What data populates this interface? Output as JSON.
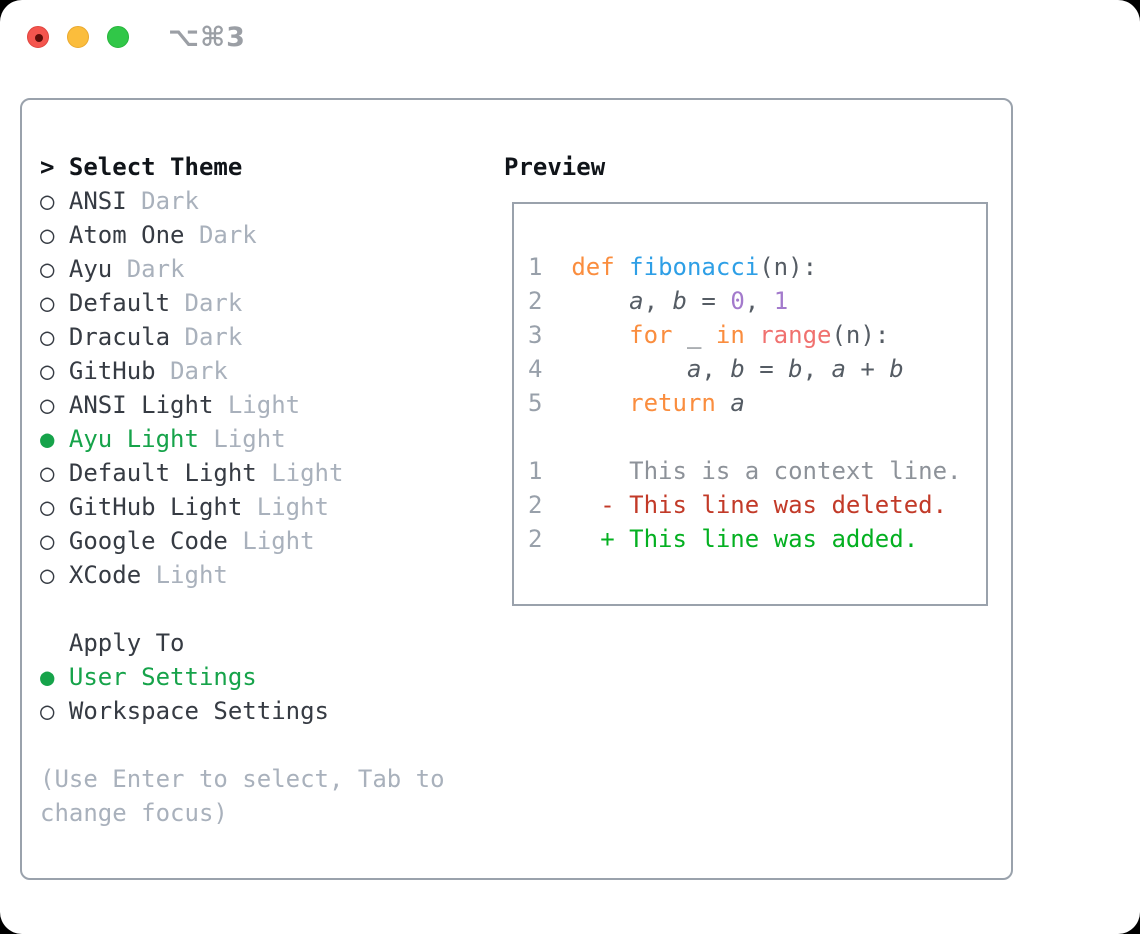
{
  "window": {
    "title": "⌥⌘3"
  },
  "theme_panel": {
    "prompt": ">",
    "header": "Select Theme",
    "items": [
      {
        "name": "ANSI",
        "variant": "Dark",
        "selected": false
      },
      {
        "name": "Atom One",
        "variant": "Dark",
        "selected": false
      },
      {
        "name": "Ayu",
        "variant": "Dark",
        "selected": false
      },
      {
        "name": "Default",
        "variant": "Dark",
        "selected": false
      },
      {
        "name": "Dracula",
        "variant": "Dark",
        "selected": false
      },
      {
        "name": "GitHub",
        "variant": "Dark",
        "selected": false
      },
      {
        "name": "ANSI Light",
        "variant": "Light",
        "selected": false
      },
      {
        "name": "Ayu Light",
        "variant": "Light",
        "selected": true
      },
      {
        "name": "Default Light",
        "variant": "Light",
        "selected": false
      },
      {
        "name": "GitHub Light",
        "variant": "Light",
        "selected": false
      },
      {
        "name": "Google Code",
        "variant": "Light",
        "selected": false
      },
      {
        "name": "XCode",
        "variant": "Light",
        "selected": false
      }
    ],
    "radio_unselected_icon": "○",
    "radio_selected_icon": "●",
    "apply_header": "Apply To",
    "apply_items": [
      {
        "label": "User Settings",
        "selected": true
      },
      {
        "label": "Workspace Settings",
        "selected": false
      }
    ],
    "hint_line1": "(Use Enter to select, Tab to",
    "hint_line2": "change focus)"
  },
  "preview": {
    "header": "Preview",
    "code_lines": [
      {
        "num": "1",
        "tokens": [
          {
            "t": "def",
            "c": "kw"
          },
          {
            "t": " ",
            "c": "plain"
          },
          {
            "t": "fibonacci",
            "c": "fn"
          },
          {
            "t": "(n):",
            "c": "plain"
          }
        ]
      },
      {
        "num": "2",
        "tokens": [
          {
            "t": "    ",
            "c": "plain"
          },
          {
            "t": "a",
            "c": "var"
          },
          {
            "t": ", ",
            "c": "plain"
          },
          {
            "t": "b",
            "c": "var"
          },
          {
            "t": " = ",
            "c": "plain"
          },
          {
            "t": "0",
            "c": "num"
          },
          {
            "t": ", ",
            "c": "plain"
          },
          {
            "t": "1",
            "c": "num"
          }
        ]
      },
      {
        "num": "3",
        "tokens": [
          {
            "t": "    ",
            "c": "plain"
          },
          {
            "t": "for",
            "c": "kw"
          },
          {
            "t": " _ ",
            "c": "plain"
          },
          {
            "t": "in",
            "c": "kw"
          },
          {
            "t": " ",
            "c": "plain"
          },
          {
            "t": "range",
            "c": "call"
          },
          {
            "t": "(n):",
            "c": "plain"
          }
        ]
      },
      {
        "num": "4",
        "tokens": [
          {
            "t": "        ",
            "c": "plain"
          },
          {
            "t": "a",
            "c": "var"
          },
          {
            "t": ", ",
            "c": "plain"
          },
          {
            "t": "b",
            "c": "var"
          },
          {
            "t": " = ",
            "c": "plain"
          },
          {
            "t": "b",
            "c": "var"
          },
          {
            "t": ", ",
            "c": "plain"
          },
          {
            "t": "a",
            "c": "var"
          },
          {
            "t": " + ",
            "c": "plain"
          },
          {
            "t": "b",
            "c": "var"
          }
        ]
      },
      {
        "num": "5",
        "tokens": [
          {
            "t": "    ",
            "c": "plain"
          },
          {
            "t": "return",
            "c": "kw"
          },
          {
            "t": " ",
            "c": "plain"
          },
          {
            "t": "a",
            "c": "var"
          }
        ]
      }
    ],
    "diff_lines": [
      {
        "num": "1",
        "marker": " ",
        "text": "This is a context line.",
        "type": "context"
      },
      {
        "num": "2",
        "marker": "-",
        "text": "This line was deleted.",
        "type": "deleted"
      },
      {
        "num": "2",
        "marker": "+",
        "text": "This line was added.",
        "type": "added"
      }
    ]
  },
  "colors": {
    "ui_selected_green": "#16a34a",
    "keyword_orange": "#fa8d3e",
    "function_blue": "#2e9fe6",
    "number_purple": "#a37acc",
    "builtin_coral": "#f0716f",
    "code_plain": "#555c64",
    "gutter_gray": "#98a0aa",
    "muted_gray": "#a9b1bc",
    "diff_deleted_red": "#c23a28",
    "diff_added_green": "#04b021",
    "panel_border": "#9aa2ac",
    "traffic_red": "#f4554e",
    "traffic_yellow": "#fbbd3c",
    "traffic_green": "#31c748"
  }
}
